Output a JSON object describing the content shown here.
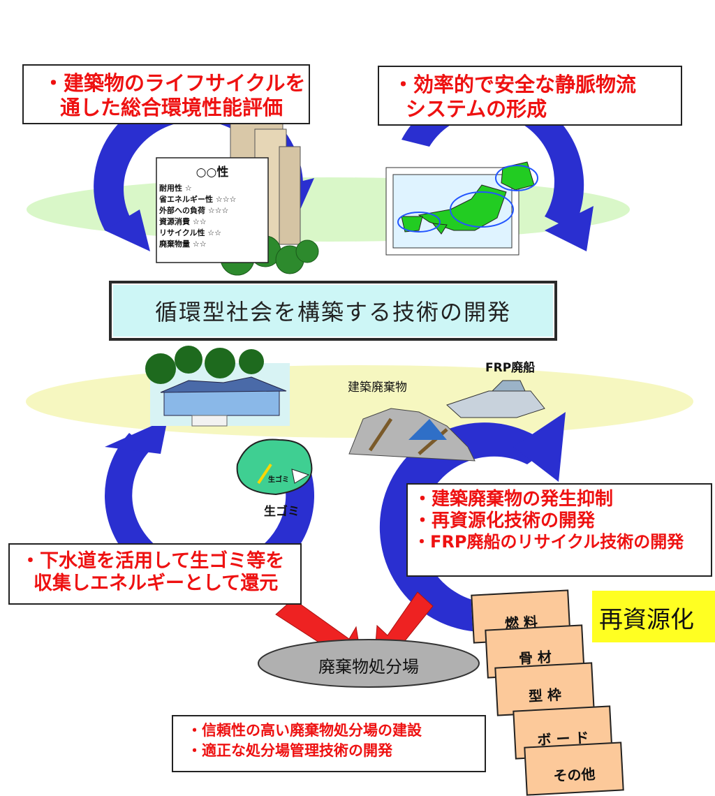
{
  "top_left_box": {
    "lines": [
      "・建築物のライフサイクルを",
      "通した総合環境性能評価"
    ]
  },
  "top_right_box": {
    "lines": [
      "・効率的で安全な静脈物流",
      "システムの形成"
    ]
  },
  "center_title": "循環型社会を構築する技術の開発",
  "rating_sign": {
    "title": "○○性",
    "rows": [
      "耐用性 ☆",
      "省エネルギー性 ☆☆☆",
      "外部への負荷 ☆☆☆",
      "資源消費 ☆☆",
      "リサイクル性 ☆☆",
      "廃棄物量 ☆☆"
    ]
  },
  "labels": {
    "frp_ship": "FRP廃船",
    "construction_waste": "建築廃棄物",
    "food_waste": "生ゴミ",
    "bag_text": "生ゴミ"
  },
  "bottom_left_box": {
    "lines": [
      "・下水道を活用して生ゴミ等を",
      "収集しエネルギーとして還元"
    ]
  },
  "bottom_right_box": {
    "lines": [
      "・建築廃棄物の発生抑制",
      "・再資源化技術の開発",
      "・FRP廃船のリサイクル技術の開発"
    ]
  },
  "recycling_label": "再資源化",
  "recycled_products": [
    "燃 料",
    "骨 材",
    "型 枠",
    "ボ ー ド",
    "その他"
  ],
  "landfill_label": "廃棄物処分場",
  "landfill_box": {
    "lines": [
      "・信頼性の高い廃棄物処分場の建設",
      "・適正な処分場管理技術の開発"
    ]
  },
  "colors": {
    "arrow_blue": "#2a2fd0",
    "ellipse_green": "#d9f7c8",
    "ellipse_yellow": "#f6f7c0",
    "title_fill": "#cdf6f6",
    "accent_red": "#ee1111",
    "card_fill": "#fcc99a",
    "tag_yellow": "#ffff22",
    "landfill_gray": "#b0b0b0"
  }
}
